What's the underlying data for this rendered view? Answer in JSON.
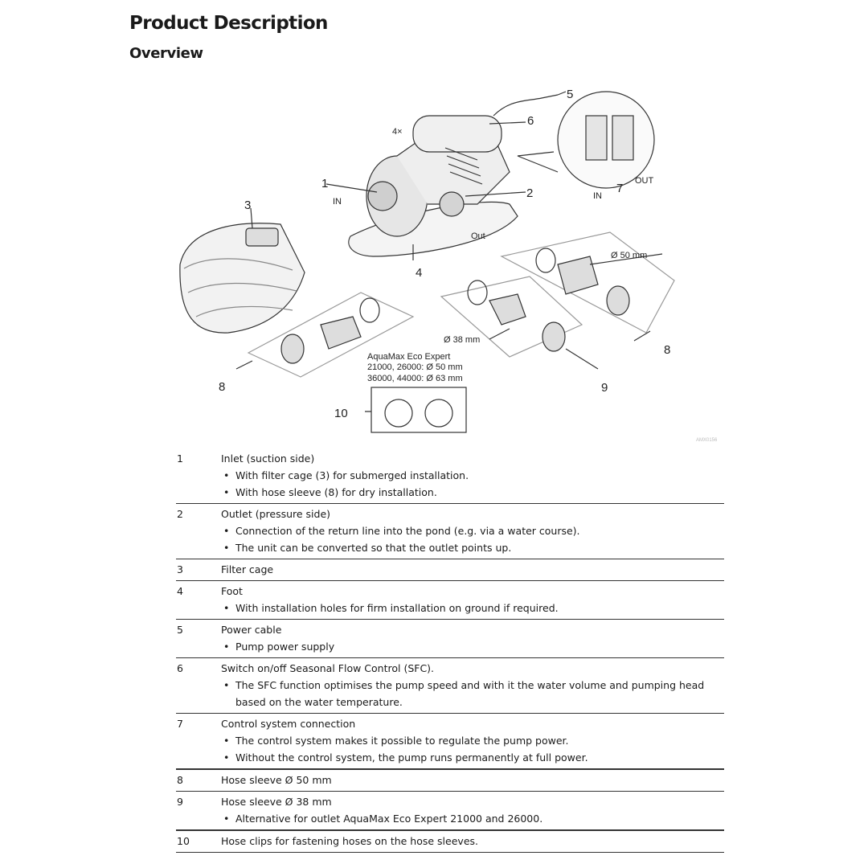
{
  "heading": "Product Description",
  "subheading": "Overview",
  "figure": {
    "callouts": [
      "1",
      "2",
      "3",
      "4",
      "5",
      "6",
      "7",
      "8",
      "8",
      "9",
      "10"
    ],
    "labels": {
      "quantity": "4×",
      "in_main": "IN",
      "out_main": "Out",
      "in_detail": "IN",
      "out_detail": "OUT",
      "dia_50": "Ø 50 mm",
      "dia_38": "Ø 38 mm",
      "model_line1": "AquaMax Eco Expert",
      "model_line2": "21000, 26000: Ø 50 mm",
      "model_line3": "36000, 44000: Ø 63 mm",
      "code": "AMX0156"
    }
  },
  "items": [
    {
      "num": "1",
      "title": "Inlet (suction side)",
      "bullets": [
        "With filter cage (3) for submerged installation.",
        "With hose sleeve (8) for dry installation."
      ]
    },
    {
      "num": "2",
      "title": "Outlet (pressure side)",
      "bullets": [
        "Connection of the return line into the pond (e.g. via a water course).",
        "The unit can be converted so that the outlet points up."
      ]
    },
    {
      "num": "3",
      "title": "Filter cage",
      "bullets": []
    },
    {
      "num": "4",
      "title": "Foot",
      "bullets": [
        "With installation holes for firm installation on ground if required."
      ]
    },
    {
      "num": "5",
      "title": "Power cable",
      "bullets": [
        "Pump power supply"
      ]
    },
    {
      "num": "6",
      "title": "Switch on/off Seasonal Flow Control (SFC).",
      "bullets": [
        "The SFC function optimises the pump speed and with it the water volume and pumping head",
        "based on the water temperature."
      ]
    },
    {
      "num": "7",
      "title": "Control system connection",
      "bullets": [
        "The control system makes it possible to regulate the pump power.",
        "Without the control system, the pump runs permanently at full power."
      ]
    },
    {
      "num": "8",
      "title": "Hose sleeve Ø 50 mm",
      "bullets": []
    },
    {
      "num": "9",
      "title": "Hose sleeve Ø 38 mm",
      "bullets": [
        "Alternative for outlet AquaMax Eco Expert 21000 and 26000."
      ]
    },
    {
      "num": "10",
      "title": "Hose clips for fastening hoses on the hose sleeves.",
      "bullets": []
    }
  ]
}
